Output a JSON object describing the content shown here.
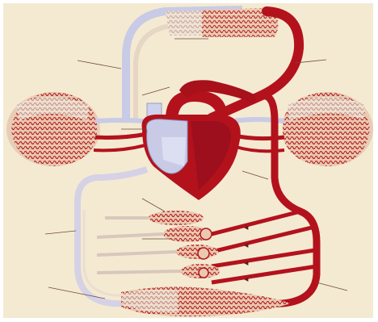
{
  "diagram": {
    "kind": "circulatory-system-illustration",
    "colors": {
      "background": "#f4ead2",
      "oxygenated": "#b3121c",
      "deoxygenated": "#cfd2ec",
      "heart_wall": "#9e0f1d",
      "capillary_tint": "#e9c9b0",
      "label_line": "#6b4a3a"
    },
    "components": {
      "heart": "heart",
      "lungs_left": "left-lung-capillary-bed",
      "lungs_right": "right-lung-capillary-bed",
      "head_loop": "upper-body-capillary-bed",
      "organ_beds": [
        "organ-capillary-bed-1",
        "organ-capillary-bed-2",
        "organ-capillary-bed-3",
        "organ-capillary-bed-4"
      ],
      "lower_bed": "lower-body-capillary-bed"
    }
  }
}
